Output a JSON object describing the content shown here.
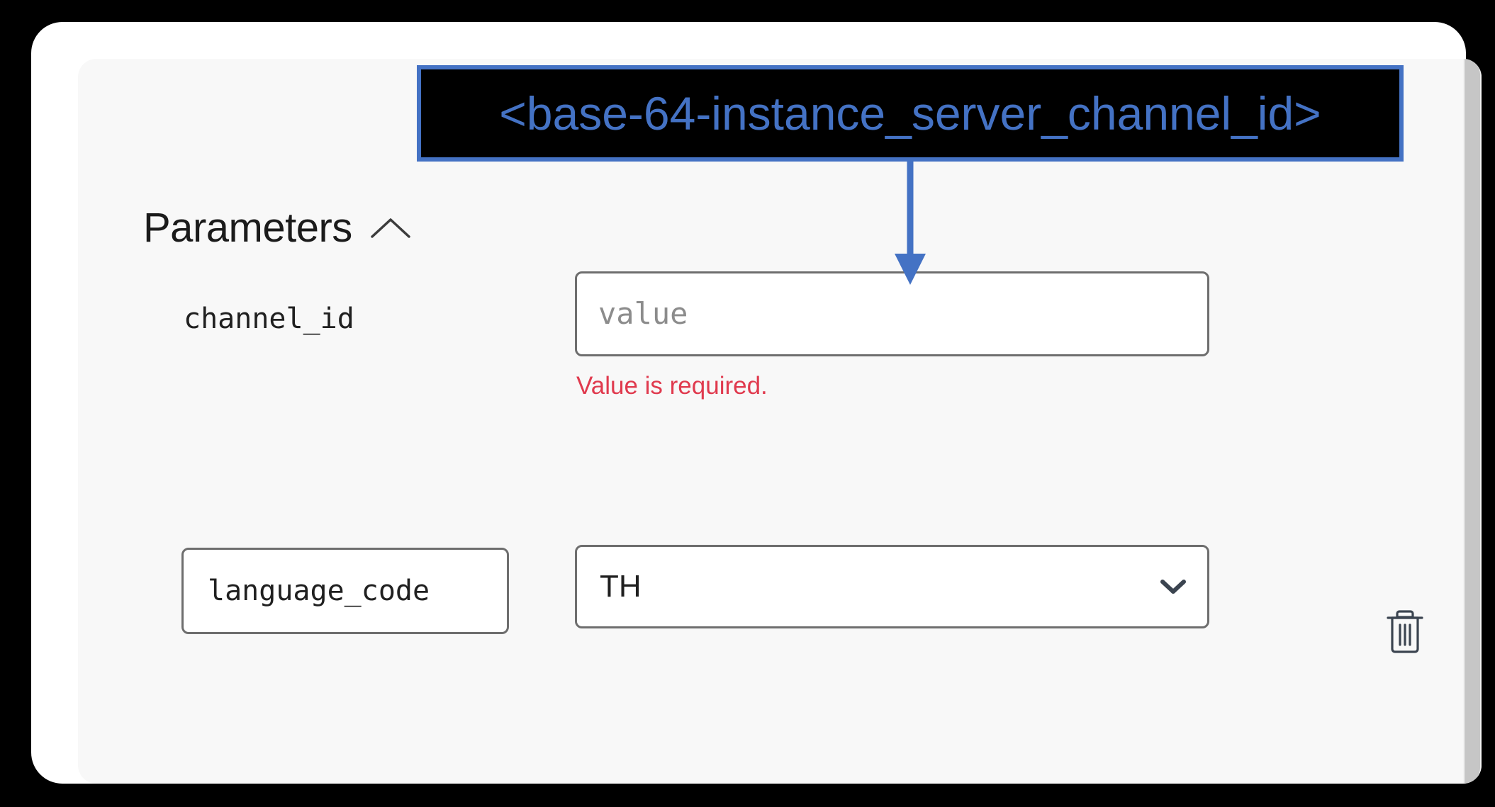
{
  "annotation": {
    "text": "<base-64-instance_server_channel_id>",
    "box_fill": "#000000",
    "border_color": "#4472C4",
    "text_color": "#4472C4",
    "arrow_color": "#4472C4",
    "points_to": "channel_id value input"
  },
  "panel": {
    "background": "#f8f8f8",
    "card_background": "#ffffff",
    "page_background": "#000000"
  },
  "section": {
    "title": "Parameters",
    "collapse_icon": "chevron-up-icon",
    "expanded": true
  },
  "parameters": [
    {
      "key": "channel_id",
      "key_editable": false,
      "control": "text-input",
      "value": "",
      "placeholder": "value",
      "error": "Value is required.",
      "error_color": "#e03a4e"
    },
    {
      "key": "language_code",
      "key_editable": true,
      "control": "select",
      "value": "TH",
      "placeholder": "",
      "error": "",
      "dropdown_icon": "chevron-down-icon",
      "delete_icon": "trash-icon"
    }
  ],
  "scrollbar": {
    "orientation": "vertical",
    "thumb_color": "#c6c6c6",
    "track_color": "#f3f3f3"
  }
}
